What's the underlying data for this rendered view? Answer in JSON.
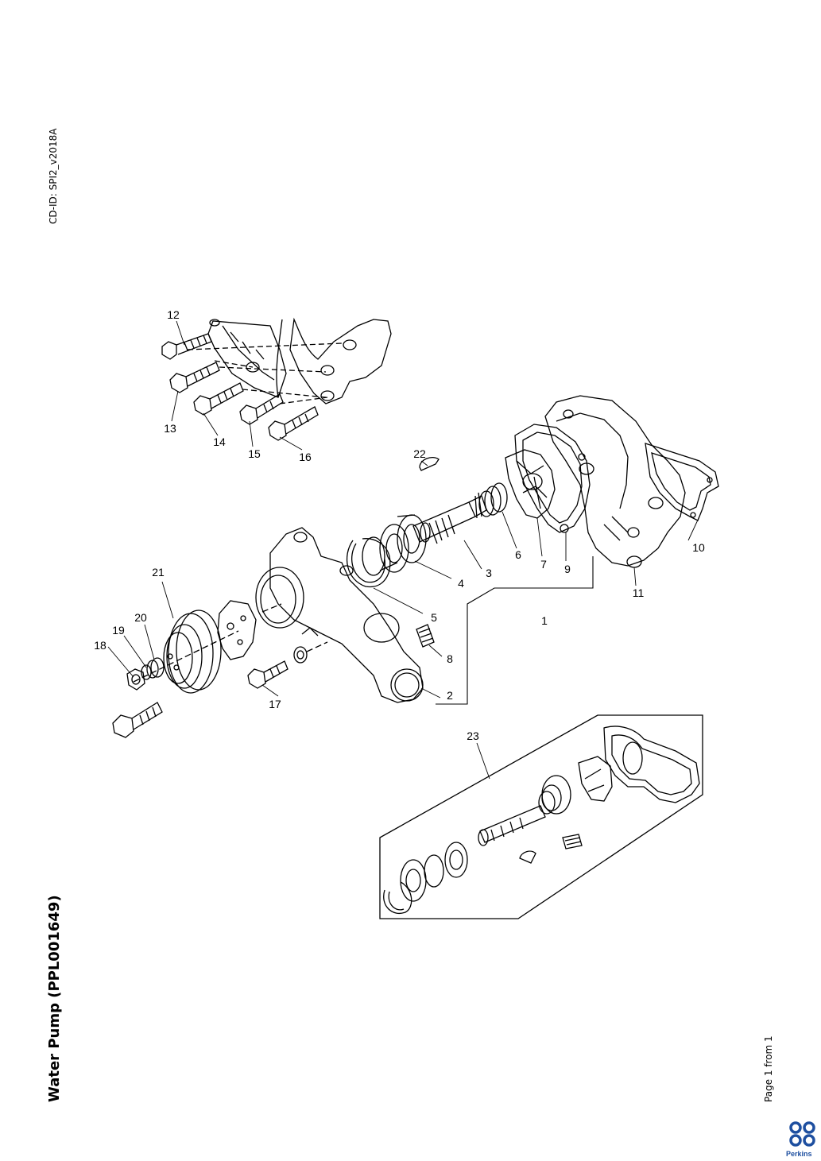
{
  "header": {
    "cd_id": "CD-ID: SPI2_v2018A"
  },
  "title": "Water Pump (PPL001649)",
  "footer": {
    "page": "Page 1 from 1",
    "brand": "Perkins"
  },
  "callouts": [
    "1",
    "2",
    "3",
    "4",
    "5",
    "6",
    "7",
    "8",
    "9",
    "10",
    "11",
    "12",
    "13",
    "14",
    "15",
    "16",
    "17",
    "18",
    "19",
    "20",
    "21",
    "22",
    "23"
  ]
}
